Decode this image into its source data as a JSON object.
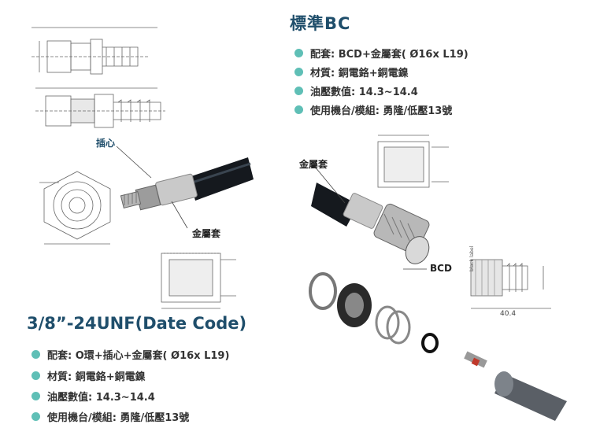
{
  "bc": {
    "title": "標準BC",
    "specs": [
      "配套: BCD+金屬套( Ø16x L19)",
      "材質: 銅電鉻+銅電鎳",
      "油壓數值: 14.3~14.4",
      "使用機台/模組: 勇隆/低壓13號"
    ]
  },
  "unf": {
    "title": "3/8”-24UNF(Date Code)",
    "specs": [
      "配套: O環+插心+金屬套( Ø16x L19)",
      "材質: 銅電鉻+銅電鎳",
      "油壓數值: 14.3~14.4",
      "使用機台/模組: 勇隆/低壓13號"
    ]
  },
  "callouts": {
    "insert": "插心",
    "sleeve_left": "金屬套",
    "sleeve_right": "金屬套",
    "bcd": "BCD"
  },
  "drawing_labels": {
    "dimension": "40.4",
    "part_marking": "black label"
  },
  "colors": {
    "heading": "#1f4e6b",
    "bullet": "#5fbfb6"
  }
}
